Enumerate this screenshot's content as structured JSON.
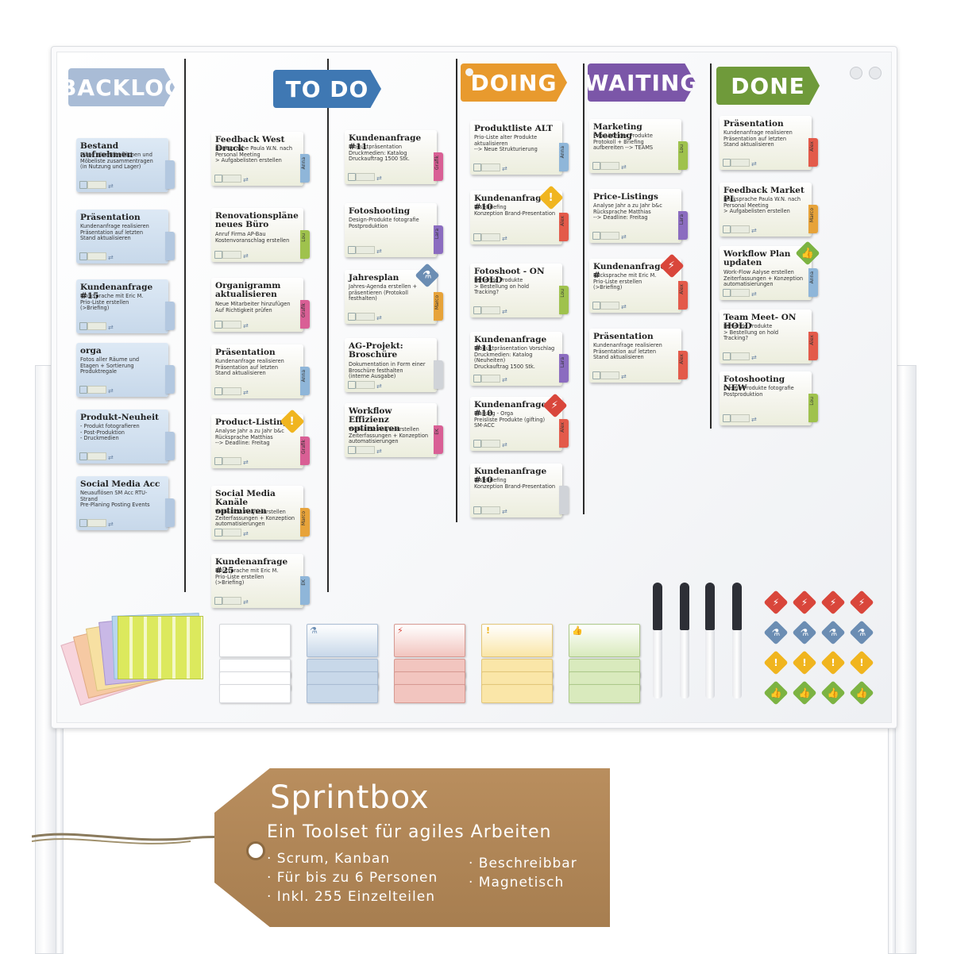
{
  "columns": [
    {
      "label": "BACKLOG",
      "color": "#a9bcd6"
    },
    {
      "label": "TO DO",
      "color": "#3f78b3"
    },
    {
      "label": "DOING",
      "color": "#e89a2e"
    },
    {
      "label": "WAITING",
      "color": "#7b56a8"
    },
    {
      "label": "DONE",
      "color": "#6f9a3a"
    }
  ],
  "backlog_cards": [
    {
      "title": "Bestand aufnehmen",
      "body": "Pläne aller Büroflächen und\nMöbeliste zusammentragen\n(in Nutzung und Lager)"
    },
    {
      "title": "Präsentation",
      "body": "Kundenanfrage realisieren\nPräsentation auf letzten\nStand aktualisieren"
    },
    {
      "title": "Kundenanfrage #15",
      "body": "Rücksprache mit Eric M.\nPrio-Liste erstellen\n(>Briefing)"
    },
    {
      "title": "orga",
      "body": "Fotos aller Räume und\nEtagen + Sortierung\nProduktregale"
    },
    {
      "title": "Produkt-Neuheit",
      "body": "- Produkt fotografieren\n- Post-Produktion\n- Druckmedien"
    },
    {
      "title": "Social Media Acc",
      "body": "Neuauflösen SM Acc RTU-Strand\nPre-Planing Posting Events"
    }
  ],
  "todo_cards_a": [
    {
      "title": "Feedback West Druck",
      "body": "Rücksprache Paula W.N. nach\nPersonal Meeting\n> Aufgabelisten erstellen",
      "tab": "Anna",
      "tabcolor": "#8fb6d9"
    },
    {
      "title": "Renovationspläne neues Büro",
      "body": "Anruf Firma AP-Bau\nKostenvoranschlag erstellen",
      "tab": "Lou",
      "tabcolor": "#9fc24d"
    },
    {
      "title": "Organigramm aktualisieren",
      "body": "Neue Mitarbeiter hinzufügen\nAuf Richtigkeit prüfen",
      "tab": "Grafik",
      "tabcolor": "#d95f95"
    },
    {
      "title": "Präsentation",
      "body": "Kundenanfrage realisieren\nPräsentation auf letzten\nStand aktualisieren",
      "tab": "Anna",
      "tabcolor": "#8fb6d9"
    },
    {
      "title": "Product-Listings",
      "body": "Analyse Jahr a zu Jahr b&c\nRücksprache Matthias\n--> Deadline: Freitag",
      "tab": "Grafik",
      "tabcolor": "#d95f95"
    },
    {
      "title": "Social Media Kanäle optimieren",
      "body": "Work-Flow Aalyse erstellen\nZeiterfassungen + Konzeption\nautomatisierungen",
      "tab": "Marco",
      "tabcolor": "#e7a33a"
    },
    {
      "title": "Kundenanfrage #25",
      "body": "Rücksprache mit Eric M.\nPrio-Liste erstellen\n(>Briefing)",
      "tab": "EK",
      "tabcolor": "#8fb6d9"
    }
  ],
  "todo_cards_b": [
    {
      "title": "Kundenanfrage #11",
      "body": "Produktpräsentation\nDruckmedien: Katalog\nDruckauftrag 1500 Stk.",
      "tab": "Grafik",
      "tabcolor": "#d95f95"
    },
    {
      "title": "Fotoshooting",
      "body": "Design-Produkte fotografie\nPostproduktion",
      "tab": "Lara",
      "tabcolor": "#8b6cc0"
    },
    {
      "title": "Jahresplan",
      "body": "Jahres-Agenda erstellen +\npräsentieren (Protokoll festhalten)",
      "tab": "Marco",
      "tabcolor": "#e7a33a"
    },
    {
      "title": "AG-Projekt: Broschüre",
      "body": "Dokumentation in Form einer\nBroschüre festhalten\n(interne Ausgabe)",
      "tab": "",
      "tabcolor": "#d0d3d8"
    },
    {
      "title": "Workflow Effizienz optimieren",
      "body": "Work-Flow Aalyse erstellen\nZeiterfassungen + Konzeption\nautomatisierungen",
      "tab": "EK",
      "tabcolor": "#d95f95"
    }
  ],
  "doing_cards": [
    {
      "title": "Produktliste ALT",
      "body": "Prio-Liste alter Produkte\naktualisieren\n--> Neue Strukturierung",
      "tab": "Anna",
      "tabcolor": "#8fb6d9"
    },
    {
      "title": "Kundenanfrage #10",
      "body": "Erst-Briefing\nKonzeption Brand-Presentation",
      "tab": "Alex",
      "tabcolor": "#e35a4a"
    },
    {
      "title": "Fotoshoot - ON HOLD",
      "body": "Fehlende Produkte\n> Bestellung on hold\nTracking?",
      "tab": "Lou",
      "tabcolor": "#9fc24d"
    },
    {
      "title": "Kundenanfrage #11",
      "body": "Produktpräsentation Vorschlag\nDruckmedien: Katalog (Neuheiten)\nDruckauftrag 1500 Stk.",
      "tab": "Lara",
      "tabcolor": "#8b6cc0"
    },
    {
      "title": "Kundenanfrage #10",
      "body": "Planung - Orga\nPreisliste Produkte (gifting)\nSM-ACC",
      "tab": "Alex",
      "tabcolor": "#e35a4a"
    },
    {
      "title": "Kundenanfrage #10",
      "body": "Erst-Briefing\nKonzeption Brand-Presentation",
      "tab": "",
      "tabcolor": "#d0d3d8"
    }
  ],
  "waiting_cards": [
    {
      "title": "Marketing Meeting",
      "body": "Prio-Liste der Produkte\nProtokoll + Briefing\naufbereiten --> TEAMS",
      "tab": "Lou",
      "tabcolor": "#9fc24d"
    },
    {
      "title": "Price-Listings",
      "body": "Analyse Jahr a zu Jahr b&c\nRücksprache Matthias\n--> Deadline: Freitag",
      "tab": "Lara",
      "tabcolor": "#8b6cc0"
    },
    {
      "title": "Kundenanfrage #",
      "body": "Rücksprache mit Eric M.\nPrio-Liste erstellen\n(>Briefing)",
      "tab": "Alex",
      "tabcolor": "#e35a4a"
    },
    {
      "title": "Präsentation",
      "body": "Kundenanfrage realisieren\nPräsentation auf letzten\nStand aktualisieren",
      "tab": "Alex",
      "tabcolor": "#e35a4a"
    }
  ],
  "done_cards": [
    {
      "title": "Präsentation",
      "body": "Kundenanfrage realisieren\nPräsentation auf letzten\nStand aktualisieren",
      "tab": "Alex",
      "tabcolor": "#e35a4a"
    },
    {
      "title": "Feedback Market PL",
      "body": "Rücksprache Paula W.N. nach\nPersonal Meeting\n> Aufgabelisten erstellen",
      "tab": "Marco",
      "tabcolor": "#e7a33a"
    },
    {
      "title": "Workflow Plan updaten",
      "body": "Work-Flow Aalyse erstellen\nZeiterfassungen + Konzeption\nautomatisierungen",
      "tab": "Anna",
      "tabcolor": "#8fb6d9"
    },
    {
      "title": "Team Meet- ON HOLD",
      "body": "Fehlende Produkte\n> Bestellung on hold\nTracking?",
      "tab": "Alex",
      "tabcolor": "#e35a4a"
    },
    {
      "title": "Fotoshooting NEW",
      "body": "Design-Produkte fotografie\nPostproduktion",
      "tab": "Lou",
      "tabcolor": "#9fc24d"
    }
  ],
  "tag": {
    "title": "Sprintbox",
    "subtitle": "Ein Toolset für agiles Arbeiten",
    "left_items": [
      "· Scrum, Kanban",
      "· Für bis zu 6 Personen",
      "· Inkl. 255 Einzelteilen"
    ],
    "right_items": [
      "· Beschreibbar",
      "· Magnetisch"
    ]
  },
  "colors": {
    "red": "#d9463b",
    "blue": "#6b8db3",
    "yellow": "#f0b51f",
    "green": "#7cb342",
    "white": "#ffffff"
  },
  "icons": [
    "bolt-icon",
    "flask-icon",
    "exclamation-icon",
    "thumbs-up-icon",
    "hourglass-icon",
    "arrows-icon"
  ]
}
